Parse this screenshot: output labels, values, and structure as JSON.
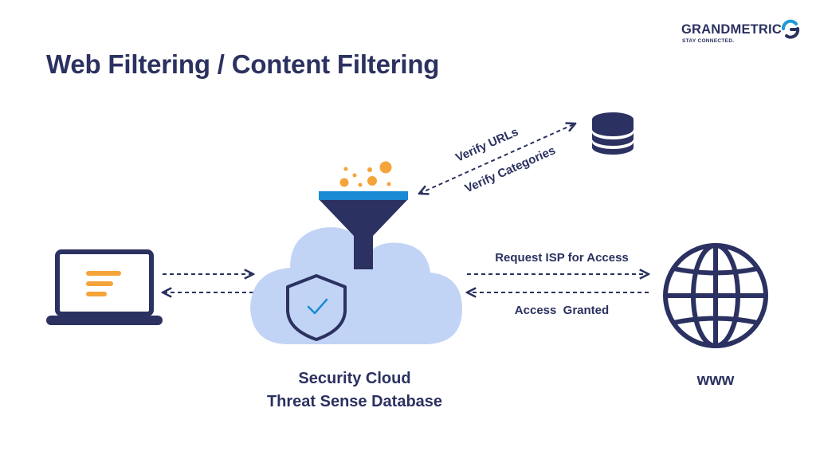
{
  "title": "Web Filtering / Content Filtering",
  "brand": {
    "name": "GRANDMETRIC",
    "tagline": "STAY CONNECTED."
  },
  "labels": {
    "verify_urls": "Verify URLs",
    "verify_categories": "Verify Categories",
    "request_isp": "Request ISP for Access",
    "access_granted": "Access  Granted"
  },
  "captions": {
    "cloud_line1": "Security Cloud",
    "cloud_line2": "Threat Sense Database",
    "www": "www"
  },
  "colors": {
    "navy": "#2b3160",
    "cloud": "#c2d4f5",
    "orange": "#f5a43a",
    "funnel_rim": "#1a8ad4",
    "brand_accent": "#1e9ad6"
  },
  "icons": [
    "laptop-icon",
    "funnel-icon",
    "shield-check-icon",
    "database-icon",
    "globe-icon"
  ]
}
